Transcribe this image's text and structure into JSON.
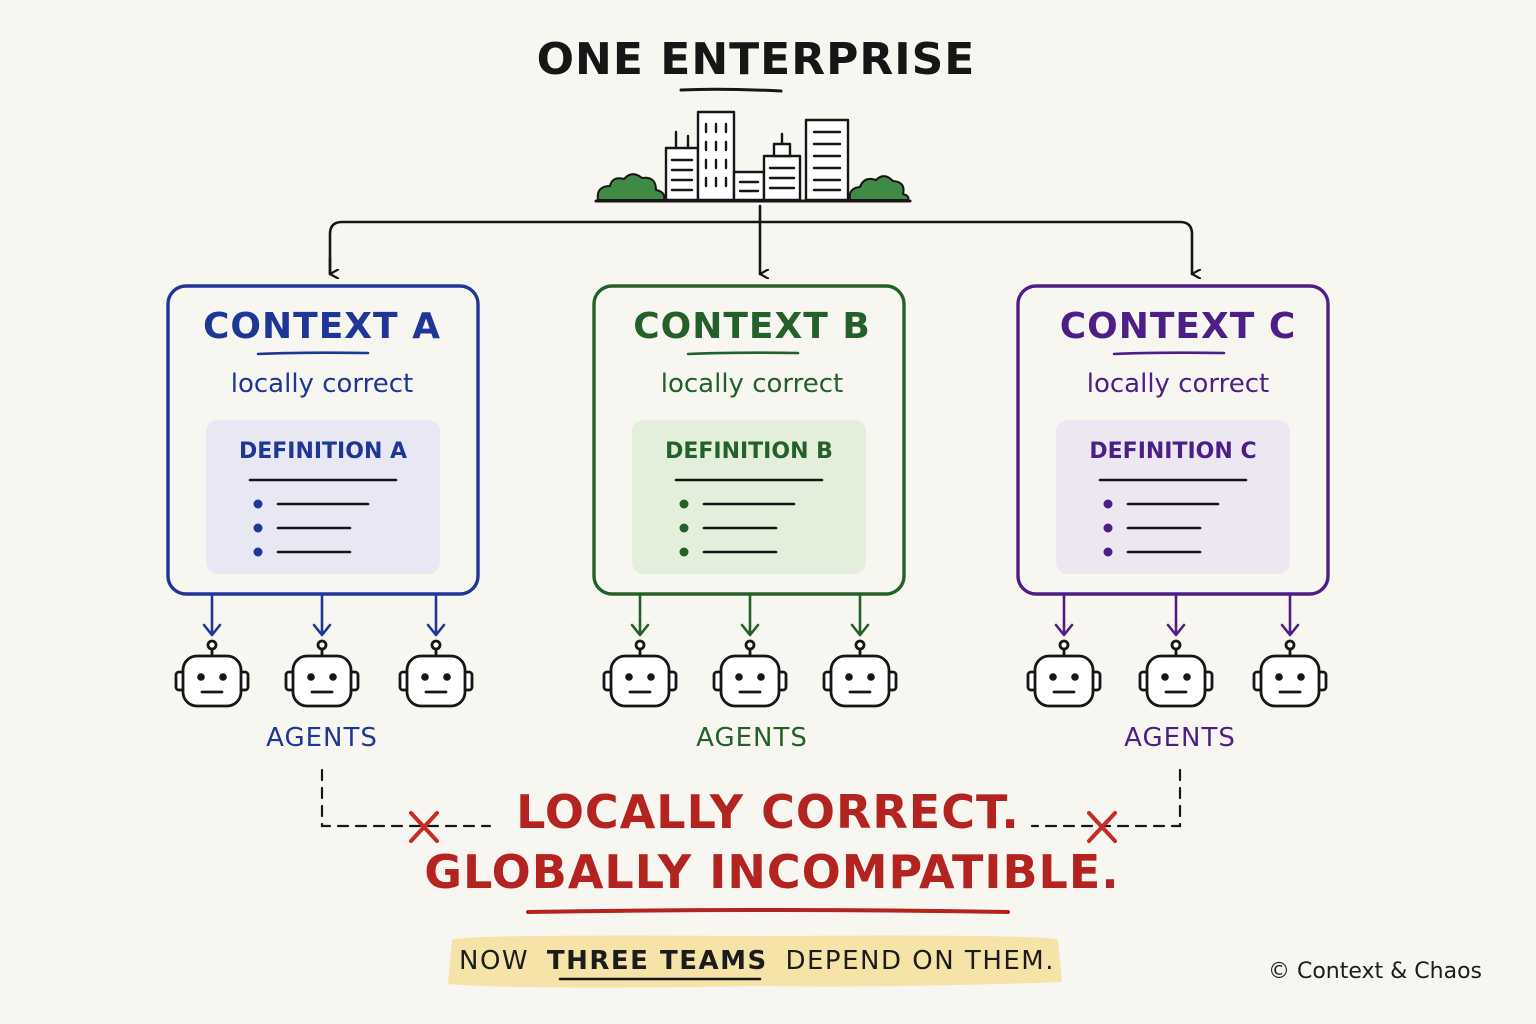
{
  "title": "ONE ENTERPRISE",
  "contexts": [
    {
      "title": "CONTEXT A",
      "subtitle": "locally correct",
      "definition": "DEFINITION A",
      "agents_label": "AGENTS",
      "color": "#1e3797",
      "fill": "#e7e8f3"
    },
    {
      "title": "CONTEXT B",
      "subtitle": "locally correct",
      "definition": "DEFINITION B",
      "agents_label": "AGENTS",
      "color": "#24602a",
      "fill": "#e3eedb"
    },
    {
      "title": "CONTEXT C",
      "subtitle": "locally correct",
      "definition": "DEFINITION C",
      "agents_label": "AGENTS",
      "color": "#4d1f86",
      "fill": "#ece7f1"
    }
  ],
  "headline": {
    "line1": "LOCALLY CORRECT.",
    "line2": "GLOBALLY INCOMPATIBLE."
  },
  "banner": {
    "before": "NOW",
    "emphasis": "THREE TEAMS",
    "after": "DEPEND ON THEM."
  },
  "credit": "© Context & Chaos",
  "colors": {
    "ink": "#161616",
    "accent_red": "#b3231f",
    "highlight": "#f6e3a8",
    "foliage": "#3f8a45",
    "background": "#f8f6f1"
  },
  "icons": {
    "enterprise": "city-skyline-icon",
    "agent": "robot-face-icon",
    "conflict": "red-x-icon"
  }
}
